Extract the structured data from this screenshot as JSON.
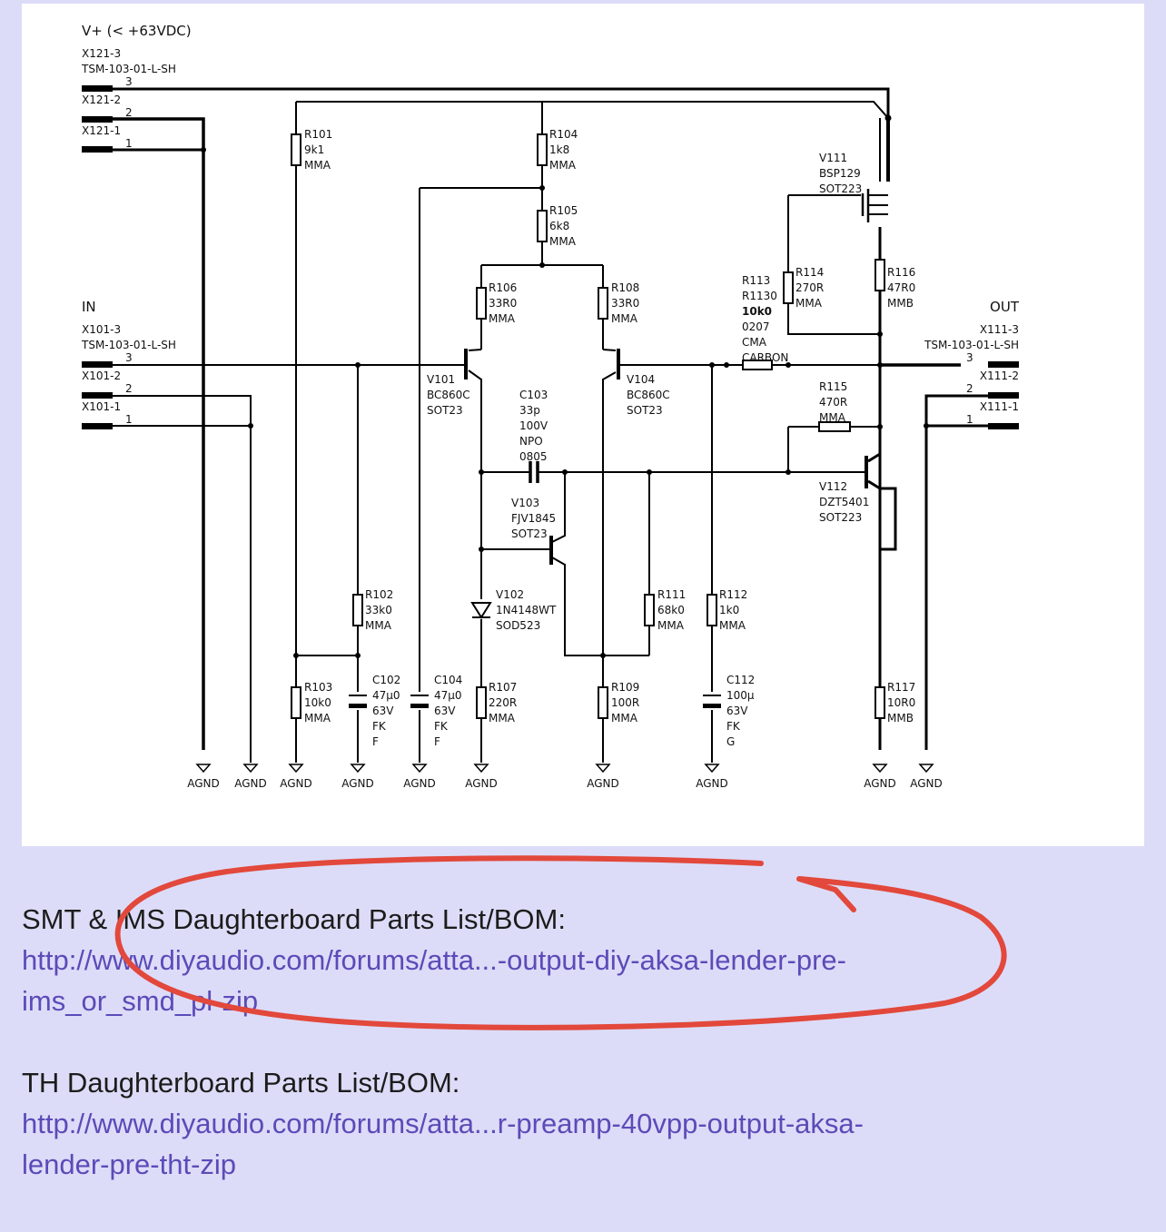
{
  "schematic": {
    "supply_label": "V+ (< +63VDC)",
    "connectors": {
      "x121": {
        "name3": "X121-3",
        "type": "TSM-103-01-L-SH",
        "name2": "X121-2",
        "name1": "X121-1",
        "p3": "3",
        "p2": "2",
        "p1": "1"
      },
      "x101": {
        "title": "IN",
        "name3": "X101-3",
        "type": "TSM-103-01-L-SH",
        "name2": "X101-2",
        "name1": "X101-1",
        "p3": "3",
        "p2": "2",
        "p1": "1"
      },
      "x111": {
        "title": "OUT",
        "name3": "X111-3",
        "type": "TSM-103-01-L-SH",
        "name2": "X111-2",
        "name1": "X111-1",
        "p3": "3",
        "p2": "2",
        "p1": "1"
      }
    },
    "components": {
      "r101": [
        "R101",
        "9k1",
        "MMA"
      ],
      "r102": [
        "R102",
        "33k0",
        "MMA"
      ],
      "r103": [
        "R103",
        "10k0",
        "MMA"
      ],
      "r104": [
        "R104",
        "1k8",
        "MMA"
      ],
      "r105": [
        "R105",
        "6k8",
        "MMA"
      ],
      "r106": [
        "R106",
        "33R0",
        "MMA"
      ],
      "r107": [
        "R107",
        "220R",
        "MMA"
      ],
      "r108": [
        "R108",
        "33R0",
        "MMA"
      ],
      "r109": [
        "R109",
        "100R",
        "MMA"
      ],
      "r111": [
        "R111",
        "68k0",
        "MMA"
      ],
      "r112": [
        "R112",
        "1k0",
        "MMA"
      ],
      "r113": [
        "R113",
        "R1130",
        "10k0",
        "0207",
        "CMA",
        "CARBON"
      ],
      "r114": [
        "R114",
        "270R",
        "MMA"
      ],
      "r115": [
        "R115",
        "470R",
        "MMA"
      ],
      "r116": [
        "R116",
        "47R0",
        "MMB"
      ],
      "r117": [
        "R117",
        "10R0",
        "MMB"
      ],
      "c102": [
        "C102",
        "47µ0",
        "63V",
        "FK",
        "F"
      ],
      "c103": [
        "C103",
        "33p",
        "100V",
        "NPO",
        "0805"
      ],
      "c104": [
        "C104",
        "47µ0",
        "63V",
        "FK",
        "F"
      ],
      "c112": [
        "C112",
        "100µ",
        "63V",
        "FK",
        "G"
      ],
      "v101": [
        "V101",
        "BC860C",
        "SOT23"
      ],
      "v102": [
        "V102",
        "1N4148WT",
        "SOD523"
      ],
      "v103": [
        "V103",
        "FJV1845",
        "SOT23"
      ],
      "v104": [
        "V104",
        "BC860C",
        "SOT23"
      ],
      "v111": [
        "V111",
        "BSP129",
        "SOT223"
      ],
      "v112": [
        "V112",
        "DZT5401",
        "SOT223"
      ]
    },
    "ground_label": "AGND"
  },
  "content": {
    "smt_heading": "SMT & IMS Daughterboard Parts List/BOM:",
    "smt_link_line1": "http://www.diyaudio.com/forums/atta...-output-diy-aksa-lender-pre-",
    "smt_link_line2": "ims_or_smd_pl-zip",
    "th_heading": "TH Daughterboard Parts List/BOM:",
    "th_link_line1": "http://www.diyaudio.com/forums/atta...r-preamp-40vpp-output-aksa-",
    "th_link_line2": "lender-pre-tht-zip"
  },
  "colors": {
    "page_background": "#dcdcf8",
    "link": "#5b4bb8",
    "annotation": "#e2483b"
  }
}
